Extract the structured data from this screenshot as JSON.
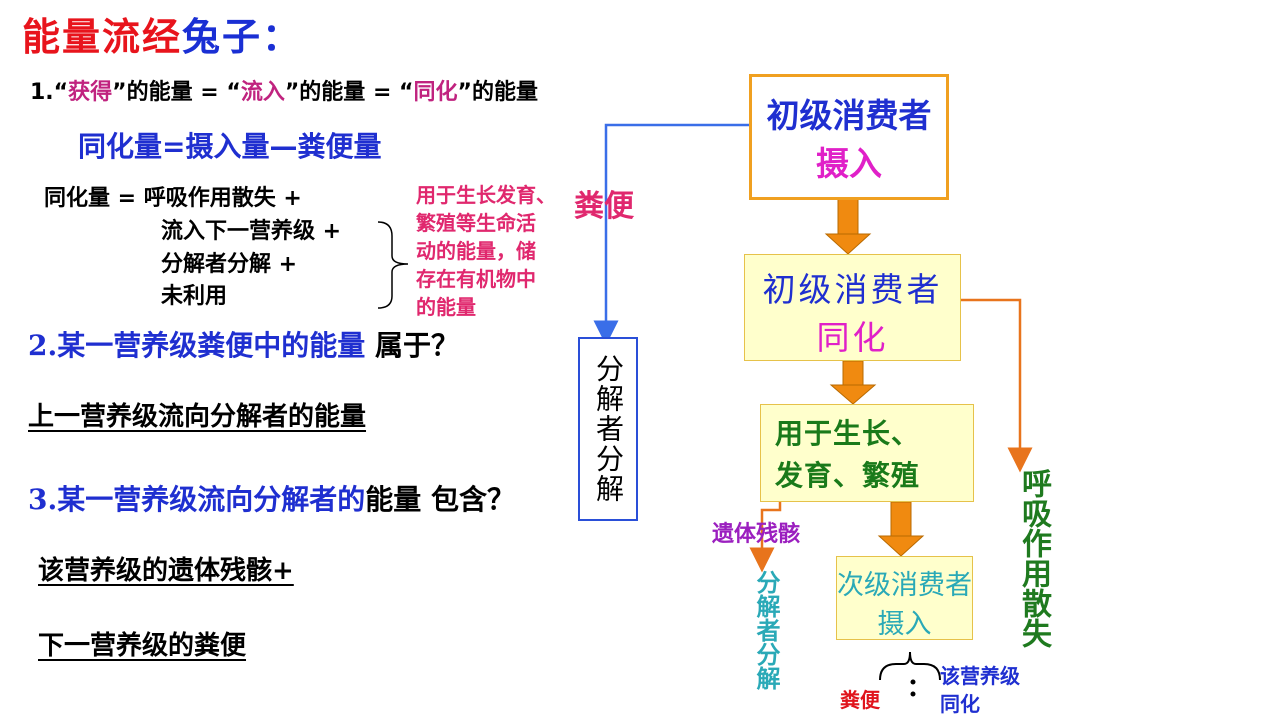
{
  "title": {
    "part1": "能量流经",
    "part2": "兔子：",
    "color1": "#e8141c",
    "color2": "#1a2fd4"
  },
  "line1": {
    "a": "1.“",
    "b": "获得",
    "c": "”的能量 = “",
    "d": "流入",
    "e": "”的能量 = “",
    "f": "同化",
    "g": "”的能量"
  },
  "formula": "同化量=摄入量—粪便量",
  "components": {
    "c1": "同化量 = 呼吸作用散失 +",
    "c2": "流入下一营养级 +",
    "c3": "分解者分解 +",
    "c4": "未利用"
  },
  "brace_note": [
    "用于生长发育、",
    "繁殖等生命活",
    "动的能量，储",
    "存在有机物中",
    "的能量"
  ],
  "q2": {
    "num": "2.",
    "blue": "某一营养级粪便中的能量",
    "black": " 属于？"
  },
  "a2": "上一营养级流向分解者的能量",
  "q3": {
    "num": "3.",
    "blue": "某一营养级流向分解者的",
    "black": "能量 包含？"
  },
  "a3_1": "该营养级的遗体残骸+",
  "a3_2": "下一营养级的粪便",
  "flow": {
    "feces_label": "粪便",
    "decomposer_box": "分解者分解",
    "box1": {
      "line1": "初级消费者",
      "line2": "摄入"
    },
    "box2": {
      "line1": "初级消费者",
      "line2": "同化"
    },
    "box3": {
      "line1": "用于生长、",
      "line2": "发育、繁殖"
    },
    "box4": {
      "line1": "次级消费者",
      "line2": "摄入"
    },
    "respiration": "呼吸作用散失",
    "remains": "遗体残骸",
    "decomposer_v": "分解者分解",
    "feces2": "粪便",
    "assim2": "该营养级同化"
  },
  "colors": {
    "arrow_orange": "#f08a10",
    "arrow_blue": "#3a6ee8",
    "line_orange": "#e8741c"
  }
}
